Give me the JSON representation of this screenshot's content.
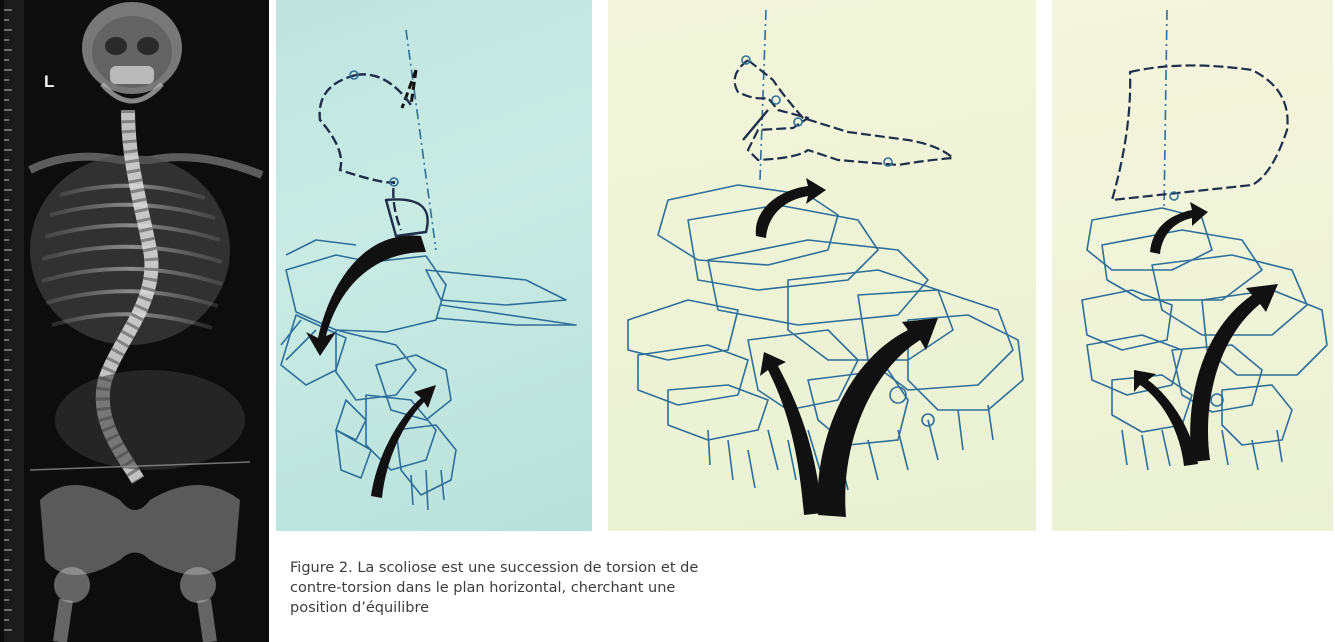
{
  "xray": {
    "side_marker": "L"
  },
  "figure": {
    "caption_lines": [
      "Figure 2. La scoliose est une succession de torsion et de",
      "contre-torsion dans le plan horizontal, cherchant une",
      "position d’équilibre"
    ]
  },
  "colors": {
    "drawing_line": "#2f6e98",
    "arrow": "#111111",
    "panel1_background": "#c4e8e2",
    "panel2_background": "#eef3d7",
    "panel3_background": "#eff3d9",
    "caption_text": "#3d3d3d"
  }
}
